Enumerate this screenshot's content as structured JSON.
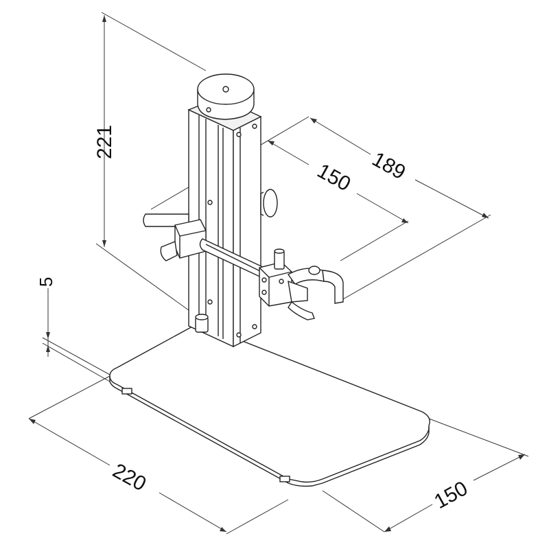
{
  "dimensions": {
    "height": "221",
    "arm_reach": "189",
    "arm_inner": "150",
    "base_thickness": "5",
    "base_length": "220",
    "base_width": "150"
  },
  "colors": {
    "line": "#222222",
    "dimension_line": "#333333",
    "fill": "#ffffff",
    "shade": "#e6e6e6"
  }
}
